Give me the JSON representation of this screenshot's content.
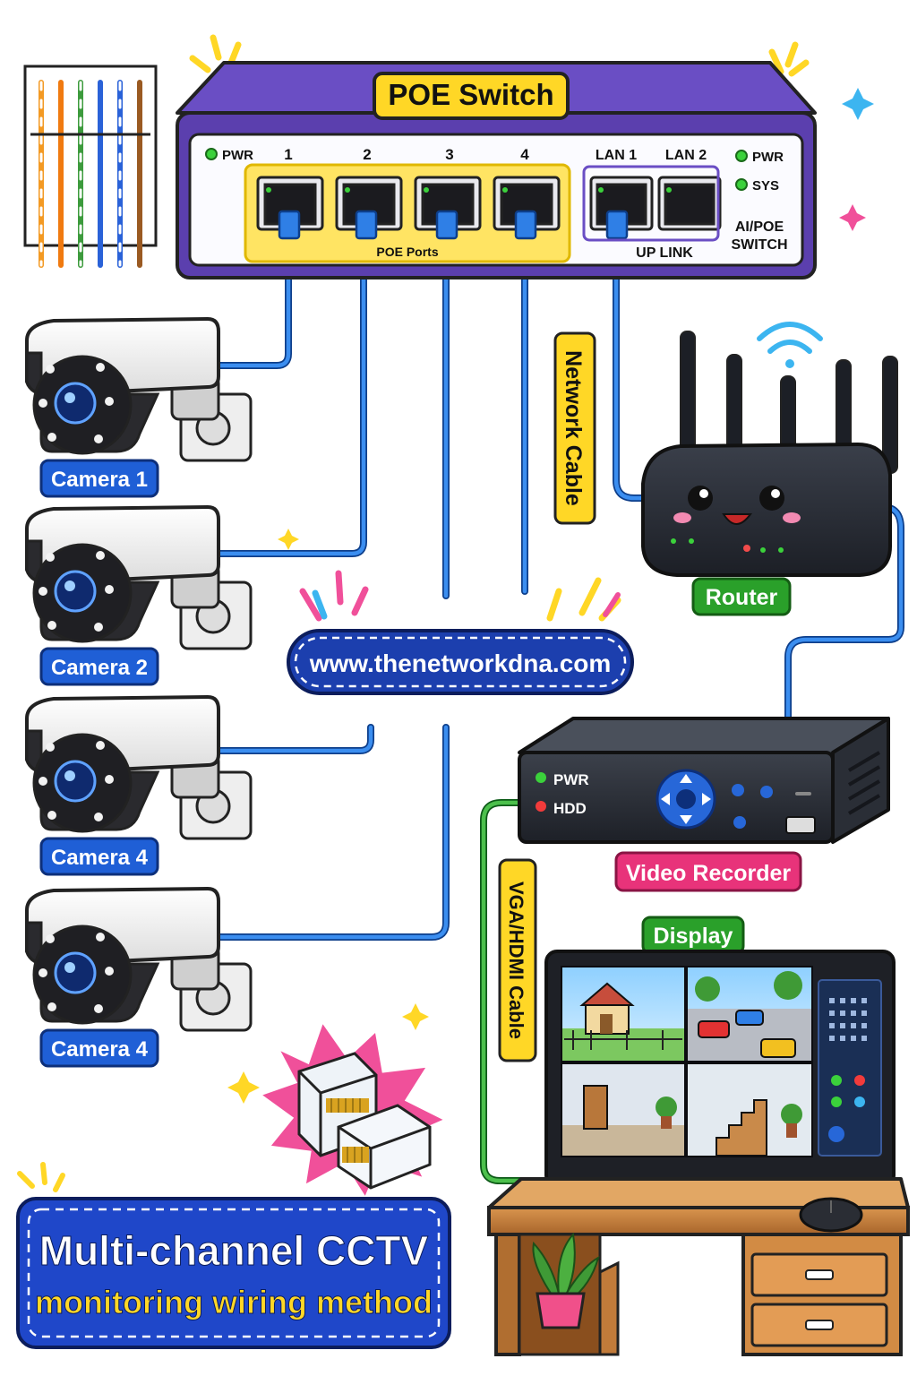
{
  "switch": {
    "title": "POE Switch",
    "pwr_left": "PWR",
    "ports": [
      "1",
      "2",
      "3",
      "4"
    ],
    "poe_ports_label": "POE Ports",
    "lan_ports": [
      "LAN 1",
      "LAN 2"
    ],
    "uplink_label": "UP LINK",
    "status_pwr": "PWR",
    "status_sys": "SYS",
    "model_line1": "AI/POE",
    "model_line2": "SWITCH"
  },
  "cameras": [
    "Camera 1",
    "Camera 2",
    "Camera 4",
    "Camera 4"
  ],
  "network_cable_label": "Network Cable",
  "router_label": "Router",
  "website": "www.thenetworkdna.com",
  "recorder": {
    "label": "Video Recorder",
    "pwr": "PWR",
    "hdd": "HDD"
  },
  "display_label": "Display",
  "vga_cable_label": "VGA/HDMI Cable",
  "title": {
    "line1": "Multi-channel CCTV",
    "line2": "monitoring wiring method"
  },
  "colors": {
    "switch_purple": "#5b3fae",
    "highlight_yellow": "#ffd726",
    "cable_blue": "#2f7fe6",
    "label_blue": "#1f5fd6",
    "router_green": "#2aa02a",
    "recorder_pink": "#e8337a",
    "hdmi_green": "#3aa83a",
    "title_blue": "#1f47c9"
  }
}
